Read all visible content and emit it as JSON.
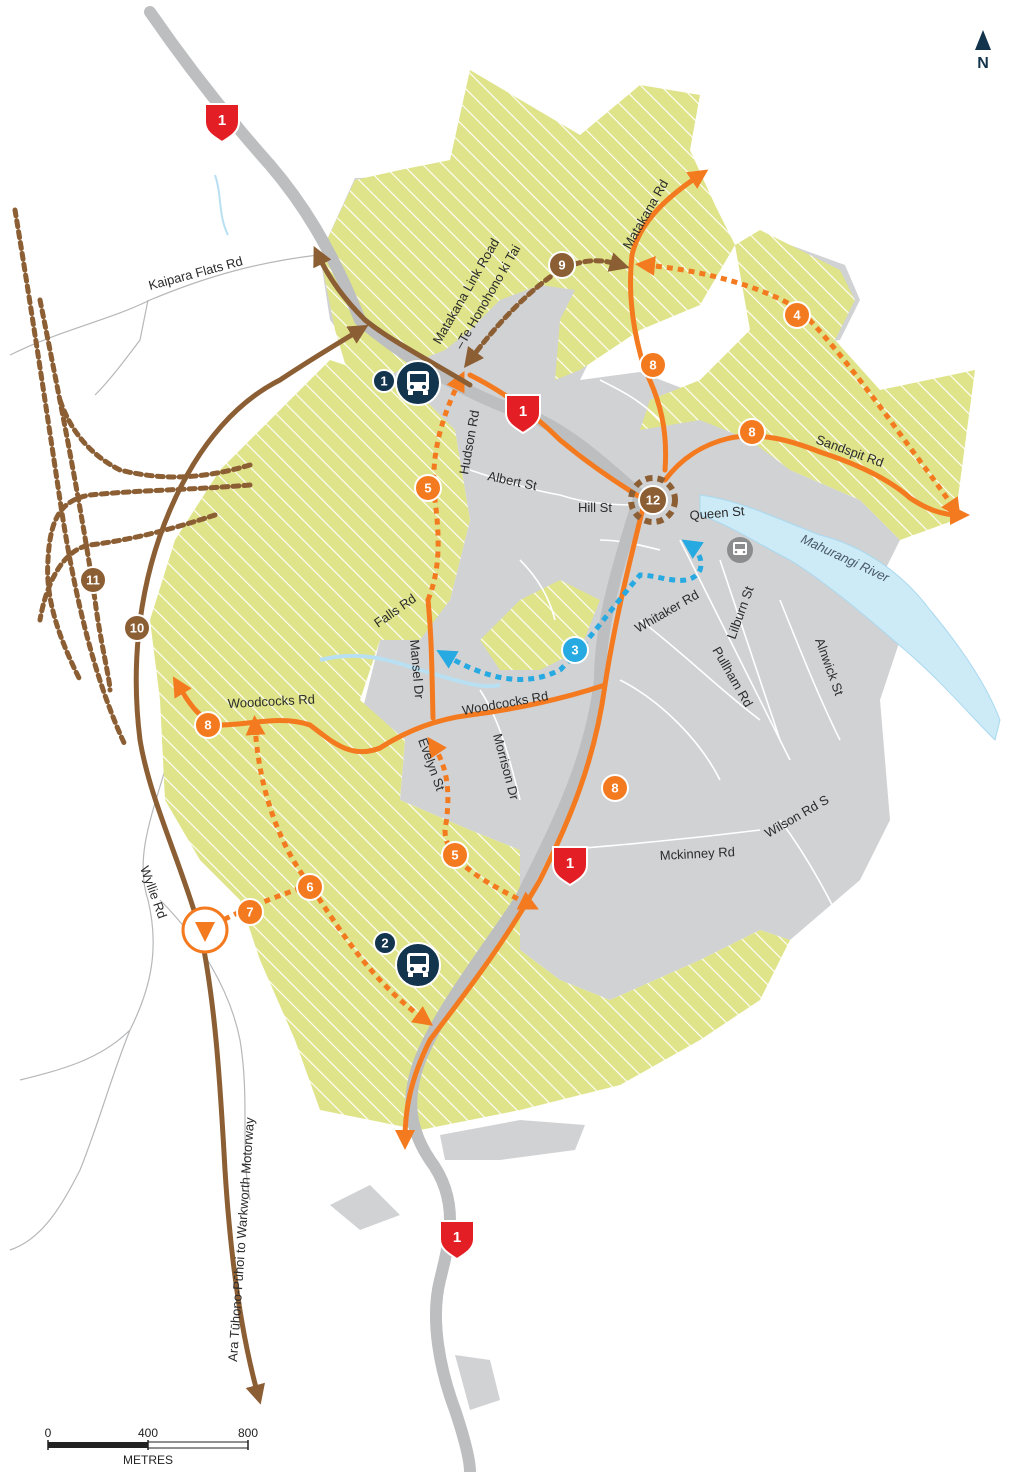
{
  "north": {
    "letter": "N"
  },
  "colors": {
    "zone": "#dfe48a",
    "hatch": "#ffffff",
    "urban": "#d1d2d4",
    "state_highway": "#bcbec0",
    "river": "#cdeaf7",
    "project_orange": "#f47a20",
    "project_brown": "#8b5e34",
    "project_blue": "#27a9e1",
    "bus_navy": "#12344d",
    "shield_red": "#e31e24"
  },
  "shields": [
    {
      "id": "sh1-north",
      "label": "1"
    },
    {
      "id": "sh1-center",
      "label": "1"
    },
    {
      "id": "sh1-south-mid",
      "label": "1"
    },
    {
      "id": "sh1-south",
      "label": "1"
    }
  ],
  "road_labels": [
    {
      "id": "kaipara-flats-rd",
      "text": "Kaipara Flats Rd"
    },
    {
      "id": "matakana-link-road",
      "text": "Matakana Link Road"
    },
    {
      "id": "te-honohono-ki-tai",
      "text": "–Te Honohono ki Tai"
    },
    {
      "id": "matakana-rd",
      "text": "Matakana Rd"
    },
    {
      "id": "hudson-rd",
      "text": "Hudson Rd"
    },
    {
      "id": "albert-st",
      "text": "Albert St"
    },
    {
      "id": "hill-st",
      "text": "Hill St"
    },
    {
      "id": "queen-st",
      "text": "Queen St"
    },
    {
      "id": "sandspit-rd",
      "text": "Sandspit Rd"
    },
    {
      "id": "mahurangi-river",
      "text": "Mahurangi River"
    },
    {
      "id": "falls-rd",
      "text": "Falls Rd"
    },
    {
      "id": "whitaker-rd",
      "text": "Whitaker Rd"
    },
    {
      "id": "lilburn-st",
      "text": "Lilburn St"
    },
    {
      "id": "alnwick-st",
      "text": "Alnwick St"
    },
    {
      "id": "pulham-rd",
      "text": "Pullham Rd"
    },
    {
      "id": "mansel-dr",
      "text": "Mansel Dr"
    },
    {
      "id": "woodcocks-rd-east",
      "text": "Woodcocks Rd"
    },
    {
      "id": "woodcocks-rd-west",
      "text": "Woodcocks Rd"
    },
    {
      "id": "evelyn-st",
      "text": "Evelyn St"
    },
    {
      "id": "morrison-dr",
      "text": "Morrison Dr"
    },
    {
      "id": "wilson-rd-s",
      "text": "Wilson Rd S"
    },
    {
      "id": "mckinney-rd",
      "text": "Mckinney Rd"
    },
    {
      "id": "wyllie-rd",
      "text": "Wyllie Rd"
    },
    {
      "id": "motorway",
      "text": "Ara Tūhono-Pūhoi to Warkworth Motorway"
    }
  ],
  "project_markers": [
    {
      "id": "m9",
      "label": "9",
      "color": "brown"
    },
    {
      "id": "m4",
      "label": "4",
      "color": "orange"
    },
    {
      "id": "m8-matakana",
      "label": "8",
      "color": "orange"
    },
    {
      "id": "m8-sandspit",
      "label": "8",
      "color": "orange"
    },
    {
      "id": "m12",
      "label": "12",
      "color": "brown"
    },
    {
      "id": "m5-north",
      "label": "5",
      "color": "orange"
    },
    {
      "id": "m11",
      "label": "11",
      "color": "brown"
    },
    {
      "id": "m10",
      "label": "10",
      "color": "brown"
    },
    {
      "id": "m3",
      "label": "3",
      "color": "blue"
    },
    {
      "id": "m8-woodcocks",
      "label": "8",
      "color": "orange"
    },
    {
      "id": "m8-sh1",
      "label": "8",
      "color": "orange"
    },
    {
      "id": "m5-south",
      "label": "5",
      "color": "orange"
    },
    {
      "id": "m6",
      "label": "6",
      "color": "orange"
    },
    {
      "id": "m7",
      "label": "7",
      "color": "orange"
    }
  ],
  "bus_markers": [
    {
      "id": "bus1",
      "label": "1"
    },
    {
      "id": "bus2",
      "label": "2"
    }
  ],
  "scale_bar": {
    "ticks": [
      "0",
      "400",
      "800"
    ],
    "unit": "METRES"
  }
}
